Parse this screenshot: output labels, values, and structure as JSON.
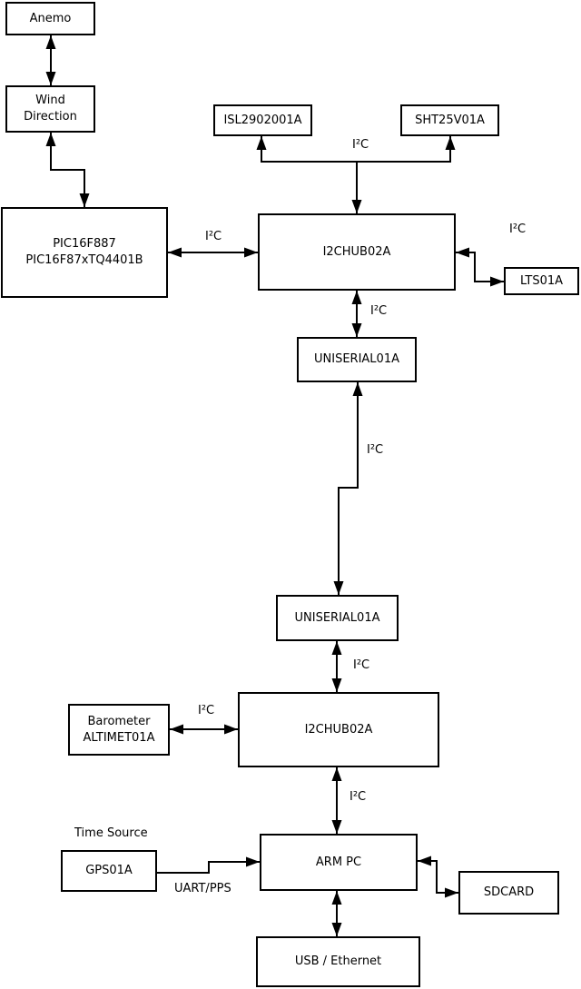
{
  "nodes": {
    "anemo": {
      "label": "Anemo"
    },
    "wind_direction": {
      "label": "Wind\nDirection"
    },
    "pic": {
      "label": "PIC16F887\nPIC16F87xTQ4401B"
    },
    "isl": {
      "label": "ISL2902001A"
    },
    "sht": {
      "label": "SHT25V01A"
    },
    "hub_top": {
      "label": "I2CHUB02A"
    },
    "lts": {
      "label": "LTS01A"
    },
    "uniserial_top": {
      "label": "UNISERIAL01A"
    },
    "uniserial_bottom": {
      "label": "UNISERIAL01A"
    },
    "barometer": {
      "label": "Barometer\nALTIMET01A"
    },
    "hub_bottom": {
      "label": "I2CHUB02A"
    },
    "gps": {
      "label": "GPS01A"
    },
    "arm_pc": {
      "label": "ARM PC"
    },
    "sdcard": {
      "label": "SDCARD"
    },
    "usb_ethernet": {
      "label": "USB / Ethernet"
    }
  },
  "edge_labels": {
    "i2c_sensors": "I²C",
    "i2c_pic_hub": "I²C",
    "i2c_hub_lts": "I²C",
    "i2c_hub_uniserial": "I²C",
    "i2c_uniserial_link": "I²C",
    "i2c_uniserial_hub2": "I²C",
    "i2c_barometer_hub2": "I²C",
    "i2c_hub2_armpc": "I²C",
    "uart_pps": "UART/PPS"
  },
  "annotations": {
    "time_source": "Time Source"
  },
  "colors": {
    "line": "#000000",
    "background": "#ffffff",
    "box_fill": "#ffffff"
  }
}
